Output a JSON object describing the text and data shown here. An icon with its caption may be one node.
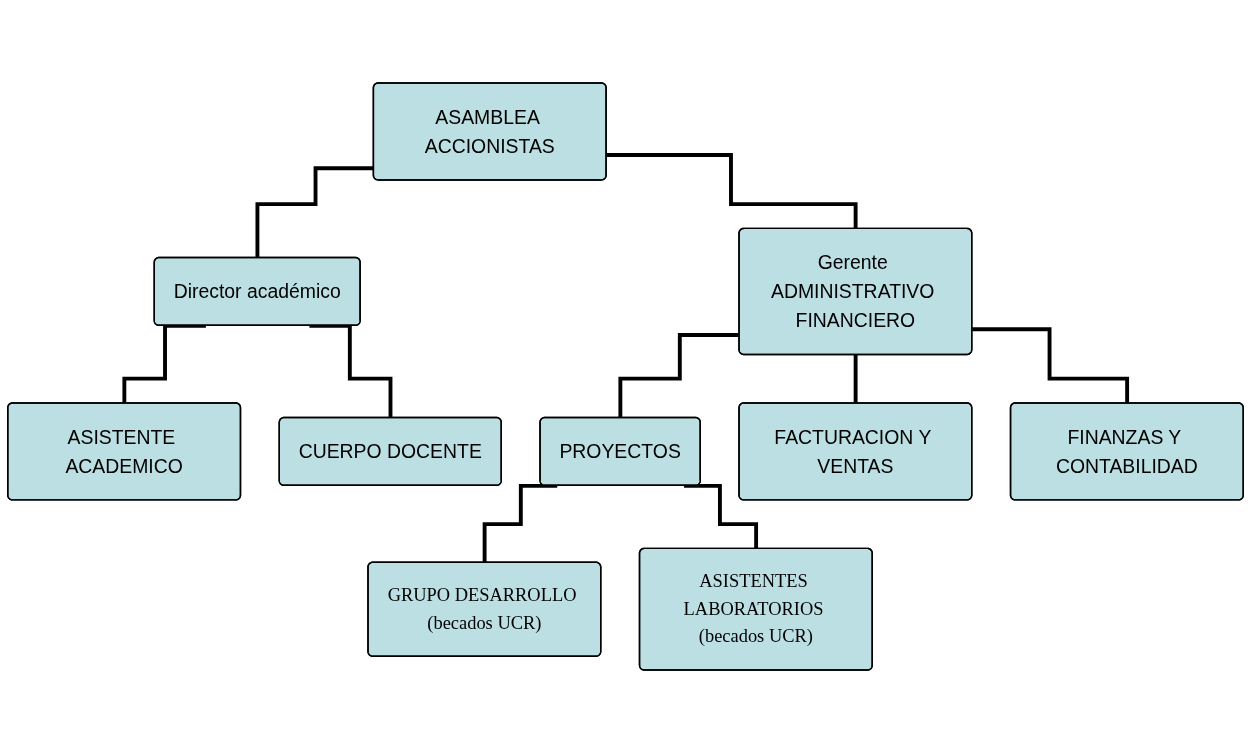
{
  "diagram": {
    "nodes": [
      {
        "text": [
          "ASAMBLEA ACCIONISTAS"
        ]
      },
      {
        "text": [
          "Director académico"
        ]
      },
      {
        "text": [
          "Gerente ADMINISTRATIVO FINANCIERO"
        ]
      },
      {
        "text": [
          "ASISTENTE ACADEMICO"
        ]
      },
      {
        "text": [
          "CUERPO DOCENTE"
        ]
      },
      {
        "text": [
          "PROYECTOS"
        ]
      },
      {
        "text": [
          "FACTURACION Y VENTAS"
        ]
      },
      {
        "text": [
          "FINANZAS Y CONTABILIDAD"
        ]
      },
      {
        "text": [
          "GRUPO DESARROLLO (becados UCR)"
        ]
      },
      {
        "text": [
          "ASISTENTES LABORATORIOS (becados UCR)"
        ]
      }
    ],
    "edges": [
      {
        "from": 0,
        "to": 1,
        "arrow": "none"
      },
      {
        "from": 0,
        "to": 2,
        "arrow": "none"
      },
      {
        "from": 1,
        "to": 3,
        "arrow": "none"
      },
      {
        "from": 1,
        "to": 4,
        "arrow": "none"
      },
      {
        "from": 2,
        "to": 5,
        "arrow": "none"
      },
      {
        "from": 2,
        "to": 6,
        "arrow": "none"
      },
      {
        "from": 2,
        "to": 7,
        "arrow": "none"
      },
      {
        "from": 5,
        "to": 8,
        "arrow": "none"
      },
      {
        "from": 5,
        "to": 9,
        "arrow": "none"
      }
    ]
  }
}
